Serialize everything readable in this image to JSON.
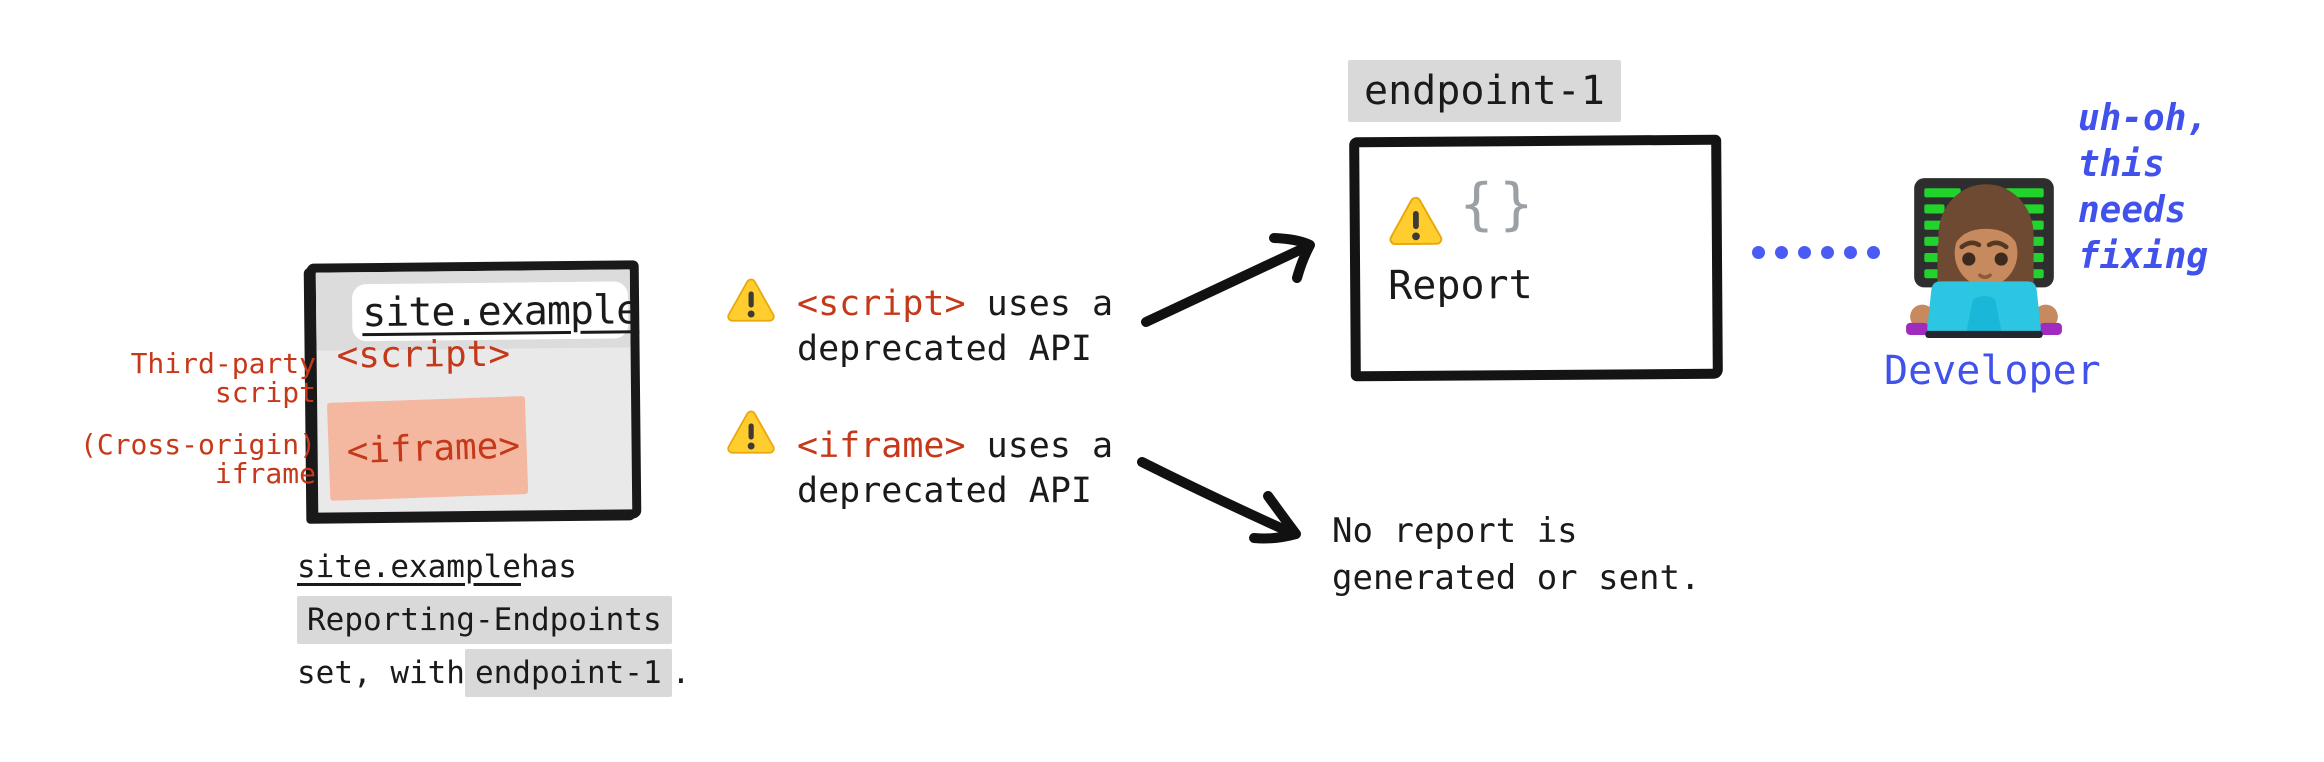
{
  "colors": {
    "red": "#c5391a",
    "blue_text": "#4152ec",
    "blue_dot": "#4a5af2",
    "salmon_highlight": "#f4b8a1",
    "code_highlight_bg": "#d9d9d9",
    "window_bg": "#e9e9e9",
    "titlebar_bg": "#dcdcdc",
    "warning_yellow": "#ffce2e",
    "ink": "#1a1a1a"
  },
  "window": {
    "url": "site.example",
    "script_tag": "<script>",
    "iframe_tag": "<iframe>"
  },
  "side_labels": {
    "script": "Third-party\nscript",
    "iframe": "(Cross-origin)\niframe"
  },
  "warnings": [
    {
      "tag": "<script>",
      "suffix": " uses a",
      "line2": "deprecated API"
    },
    {
      "tag": "<iframe>",
      "suffix": " uses a",
      "line2": "deprecated API"
    }
  ],
  "caption": {
    "site": "site.example",
    "has": " has",
    "header": "Reporting-Endpoints",
    "prefix": "set, with ",
    "endpoint": "endpoint-1",
    "period": " ."
  },
  "endpoint_box": {
    "label": "endpoint-1",
    "braces": "{}",
    "title": "Report"
  },
  "no_report": {
    "line1": "No report is",
    "line2": "generated or sent."
  },
  "developer": {
    "label": "Developer",
    "thought_lines": [
      "uh-oh,",
      "this",
      "needs",
      "fixing"
    ]
  }
}
